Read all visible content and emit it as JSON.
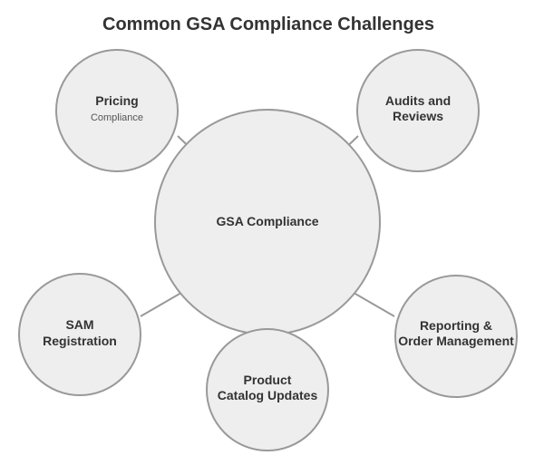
{
  "title": "Common GSA Compliance Challenges",
  "center": {
    "label": "GSA Compliance"
  },
  "nodes": {
    "pricing": {
      "line1": "Pricing",
      "subtitle": "Compliance"
    },
    "audits": {
      "line1": "Audits and",
      "line2": "Reviews"
    },
    "sam": {
      "line1": "SAM",
      "line2": "Registration"
    },
    "catalog": {
      "line1": "Product",
      "line2": "Catalog Updates"
    },
    "reporting": {
      "line1": "Reporting &",
      "line2": "Order Management"
    }
  },
  "colors": {
    "fill": "#eeeeee",
    "stroke": "#999999",
    "text": "#333333"
  }
}
